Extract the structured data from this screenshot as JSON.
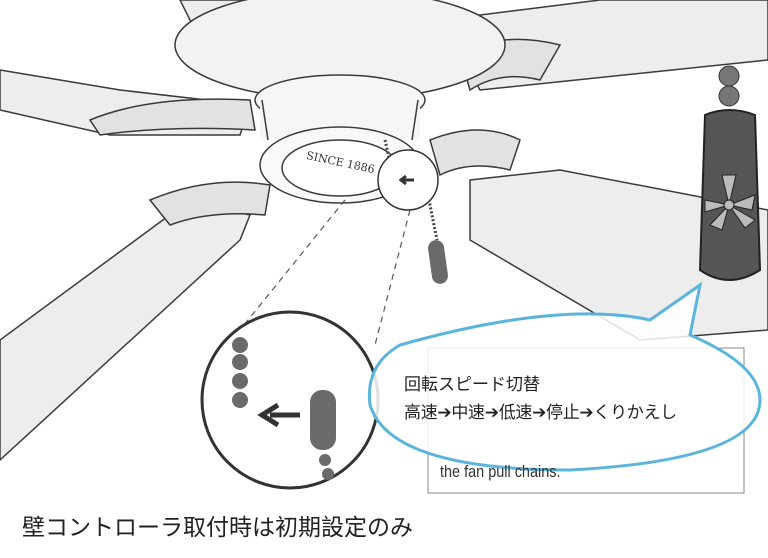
{
  "bubble": {
    "title": "回転スピード切替",
    "sequence": "高速➔中速➔低速➔停止➔くりかえし"
  },
  "note": {
    "text": "the fan pull chains."
  },
  "caption": "壁コントローラ取付時は初期設定のみ",
  "logo": {
    "text": "SINCE 1886"
  },
  "colors": {
    "bubble_outline": "#5ab4dc",
    "blade_fill": "#ededed",
    "outline": "#3a3a3a",
    "remote_fill": "#555555"
  }
}
